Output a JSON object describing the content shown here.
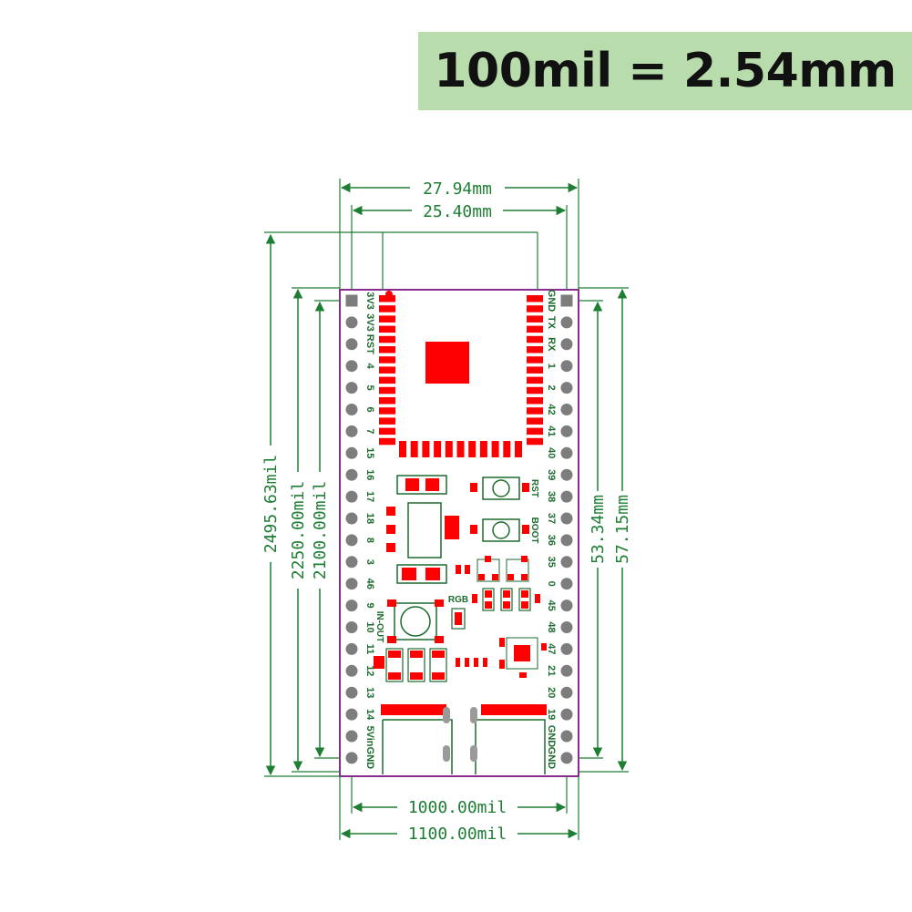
{
  "banner": {
    "text": "100mil = 2.54mm"
  },
  "dimensions": {
    "top_outer": "27.94mm",
    "top_inner": "25.40mm",
    "left_outer": "2495.63mil",
    "left_mid": "2250.00mil",
    "left_inner": "2100.00mil",
    "right_inner": "53.34mm",
    "right_outer": "57.15mm",
    "bottom_inner": "1000.00mil",
    "bottom_outer": "1100.00mil"
  },
  "left_pins": [
    "3V3",
    "3V3",
    "RST",
    "4",
    "5",
    "6",
    "7",
    "15",
    "16",
    "17",
    "18",
    "8",
    "3",
    "46",
    "9",
    "10",
    "11",
    "12",
    "13",
    "14",
    "5Vin",
    "GND"
  ],
  "right_pins": [
    "GND",
    "TX",
    "RX",
    "1",
    "2",
    "42",
    "41",
    "40",
    "39",
    "38",
    "37",
    "36",
    "35",
    "0",
    "45",
    "48",
    "47",
    "21",
    "20",
    "19",
    "GND",
    "GND"
  ],
  "component_labels": {
    "rst": "RST",
    "boot": "BOOT",
    "rgb": "RGB",
    "in_out": "IN-OUT"
  },
  "colors": {
    "dimension": "#1e7e34",
    "pad_red": "#ff0000",
    "outline_purple": "#8b2a8f",
    "pin_grey": "#7d7d7d",
    "label_green": "#1d6b2f",
    "banner_bg": "#b8dcab"
  }
}
